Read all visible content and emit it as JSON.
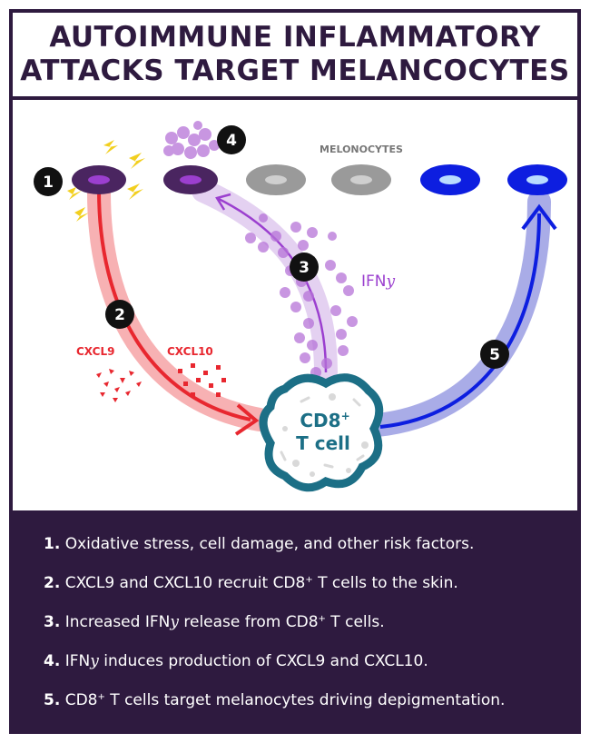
{
  "title": {
    "line1": "AUTOIMMUNE INFLAMMATORY",
    "line2": "ATTACKS TARGET MELANCOCYTES"
  },
  "diagram": {
    "melanocytes_label": "MELONOCYTES",
    "ifn_label_prefix": "IFN",
    "ifn_label_symbol": "y",
    "cxcl9_label": "CXCL9",
    "cxcl10_label": "CXCL10",
    "tcell_label_line1": "CD8",
    "tcell_label_sup": "+",
    "tcell_label_line2": "T cell",
    "step_badges": [
      "1",
      "2",
      "3",
      "4",
      "5"
    ],
    "colors": {
      "dark_purple": "#2e1a3f",
      "damaged_cell": "#4a2560",
      "nucleus_violet": "#9b3fcf",
      "gray_cell": "#9a9a9a",
      "healthy_cell": "#0d1ee0",
      "red_path": "#e8272f",
      "red_band": "#f6a9ab",
      "purple_path": "#9b3fcf",
      "purple_band": "#e4d1f1",
      "blue_band": "#a9ace7",
      "tcell_border": "#1c6f86",
      "lightning": "#f2cf1f"
    }
  },
  "legend": {
    "items": [
      {
        "num": "1.",
        "text": "Oxidative stress, cell damage, and other risk factors."
      },
      {
        "num": "2.",
        "text_a": "CXCL9 and CXCL10 recruit CD8",
        "sup": "+",
        "text_b": " T cells to the skin."
      },
      {
        "num": "3.",
        "text_a": "Increased IFN",
        "sym": "y",
        "text_b": " release from CD8",
        "sup": "+",
        "text_c": " T cells."
      },
      {
        "num": "4.",
        "text_a": "IFN",
        "sym": "y",
        "text_b": " induces production of CXCL9 and CXCL10."
      },
      {
        "num": "5.",
        "text_a": "CD8",
        "sup": "+",
        "text_b": " T cells target melanocytes driving depigmentation."
      }
    ]
  }
}
